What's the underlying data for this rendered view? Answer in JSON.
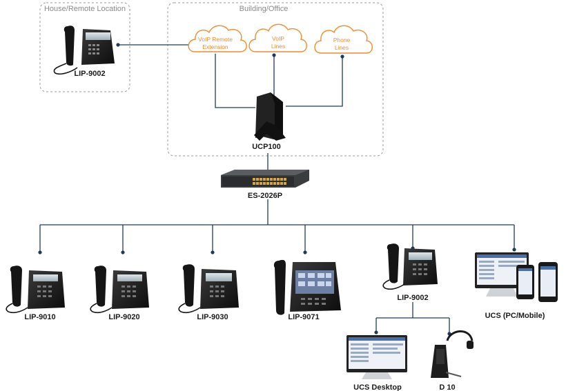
{
  "zones": {
    "remote": "House/Remote Location",
    "office": "Building/Office"
  },
  "clouds": {
    "voip_remote_line1": "VoIP Remote",
    "voip_remote_line2": "Extension",
    "voip_lines_line1": "VoIP",
    "voip_lines_line2": "Lines",
    "phone_lines_line1": "Phone",
    "phone_lines_line2": "Lines"
  },
  "devices": {
    "remote_phone": "LIP-9002",
    "server": "UCP100",
    "switch": "ES-2026P",
    "lip9010": "LIP-9010",
    "lip9020": "LIP-9020",
    "lip9030": "LIP-9030",
    "lip9071": "LIP-9071",
    "lip9002": "LIP-9002",
    "ucs_pc_mobile": "UCS (PC/Mobile)",
    "ucs_desktop": "UCS Desktop",
    "headset": "D 10"
  },
  "colors": {
    "cloud_accent": "#f28a2e",
    "line": "#1f3a5a",
    "zone_border": "#9a9a9a",
    "device_body": "#1c1c1c"
  }
}
